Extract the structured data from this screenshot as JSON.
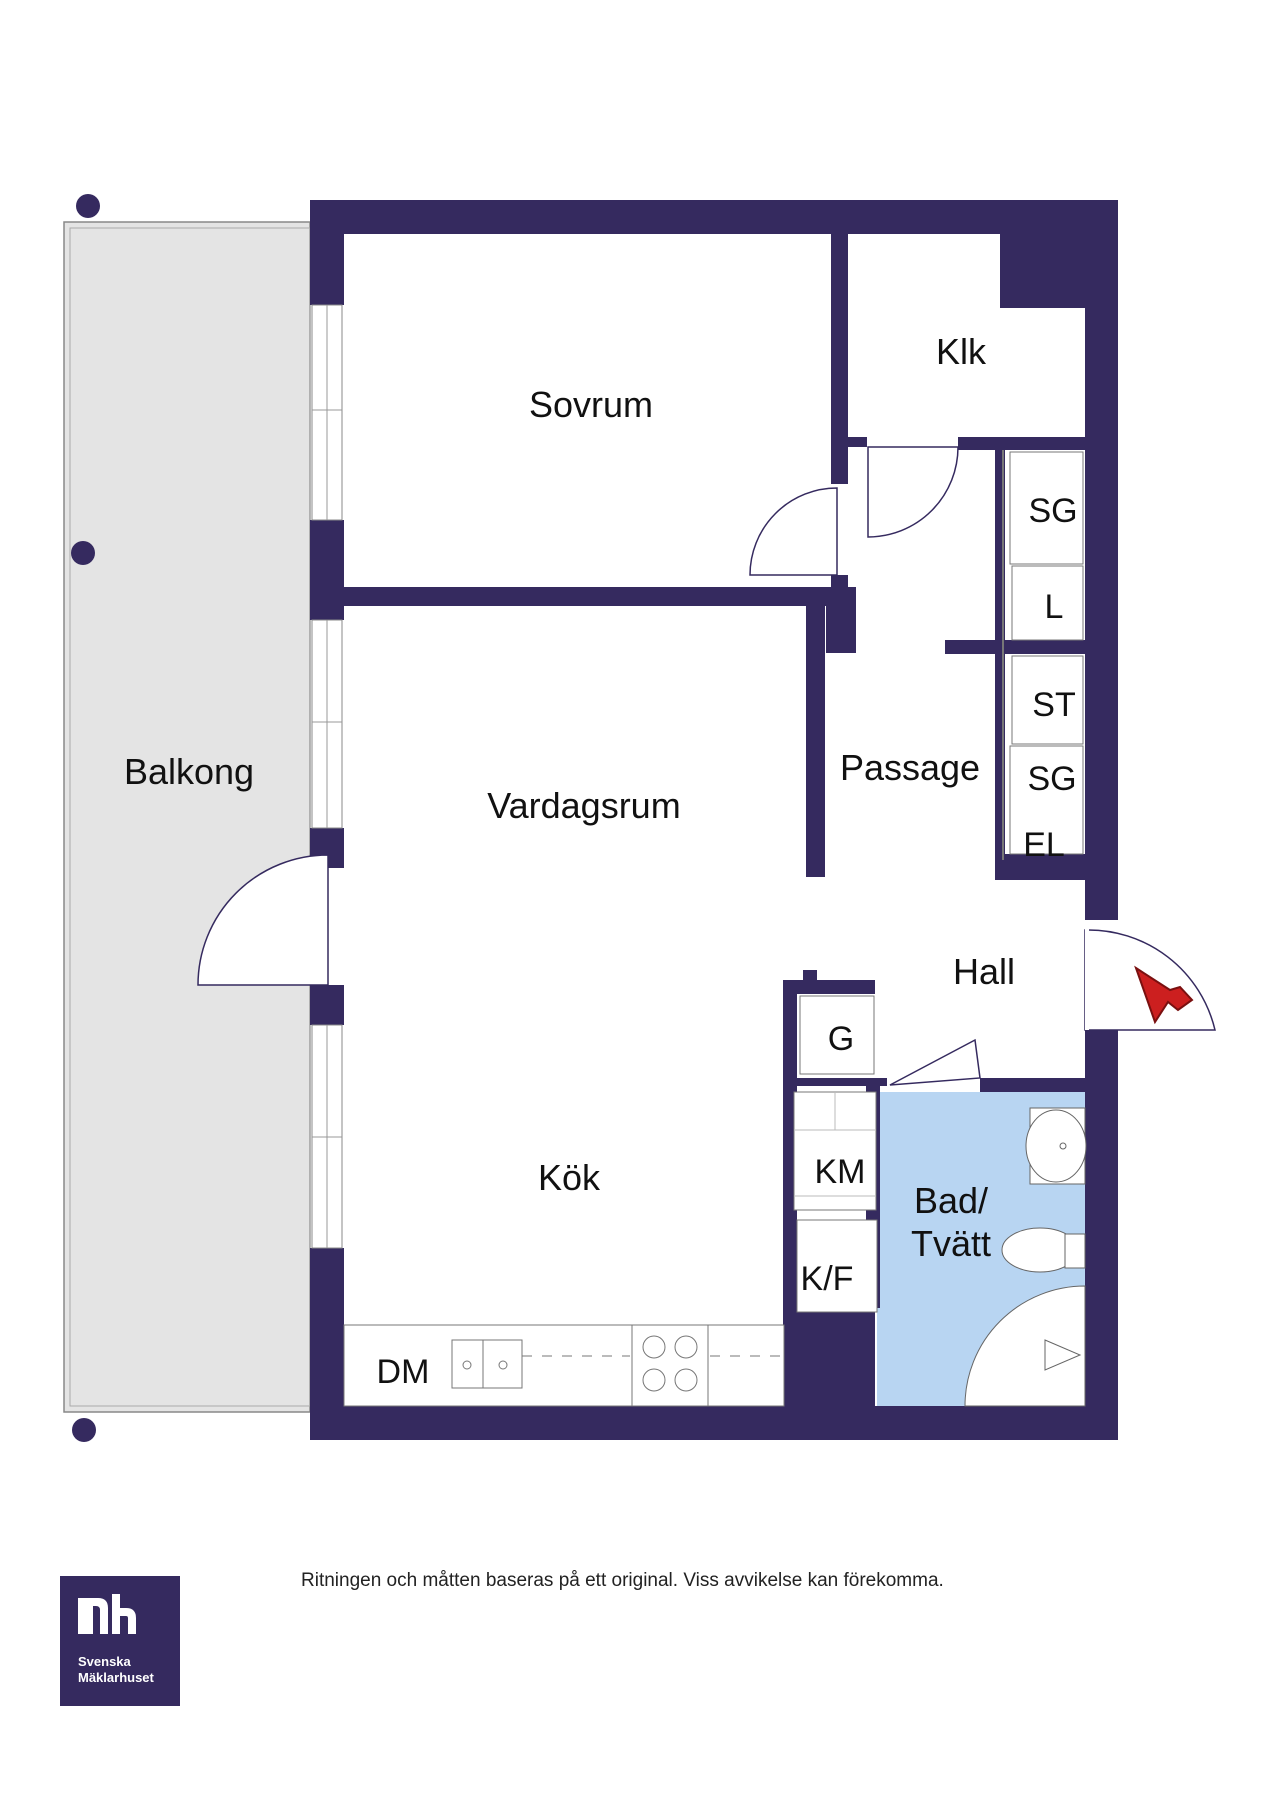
{
  "rooms": {
    "balkong": "Balkong",
    "sovrum": "Sovrum",
    "klk": "Klk",
    "vardagsrum": "Vardagsrum",
    "passage": "Passage",
    "hall": "Hall",
    "kok": "Kök",
    "bad_line1": "Bad/",
    "bad_line2": "Tvätt"
  },
  "fixtures": {
    "sg_upper": "SG",
    "l": "L",
    "st": "ST",
    "sg_lower": "SG",
    "el": "EL",
    "g": "G",
    "km": "KM",
    "kf": "K/F",
    "dm": "DM"
  },
  "disclaimer": "Ritningen och måtten baseras på ett original. Viss avvikelse kan förekomma.",
  "logo": {
    "line1": "Svenska",
    "line2": "Mäklarhuset"
  },
  "colors": {
    "wall": "#352a5f",
    "balcony": "#e4e4e4",
    "bathroom": "#b8d5f2",
    "entry_arrow": "#cc1f1f"
  }
}
